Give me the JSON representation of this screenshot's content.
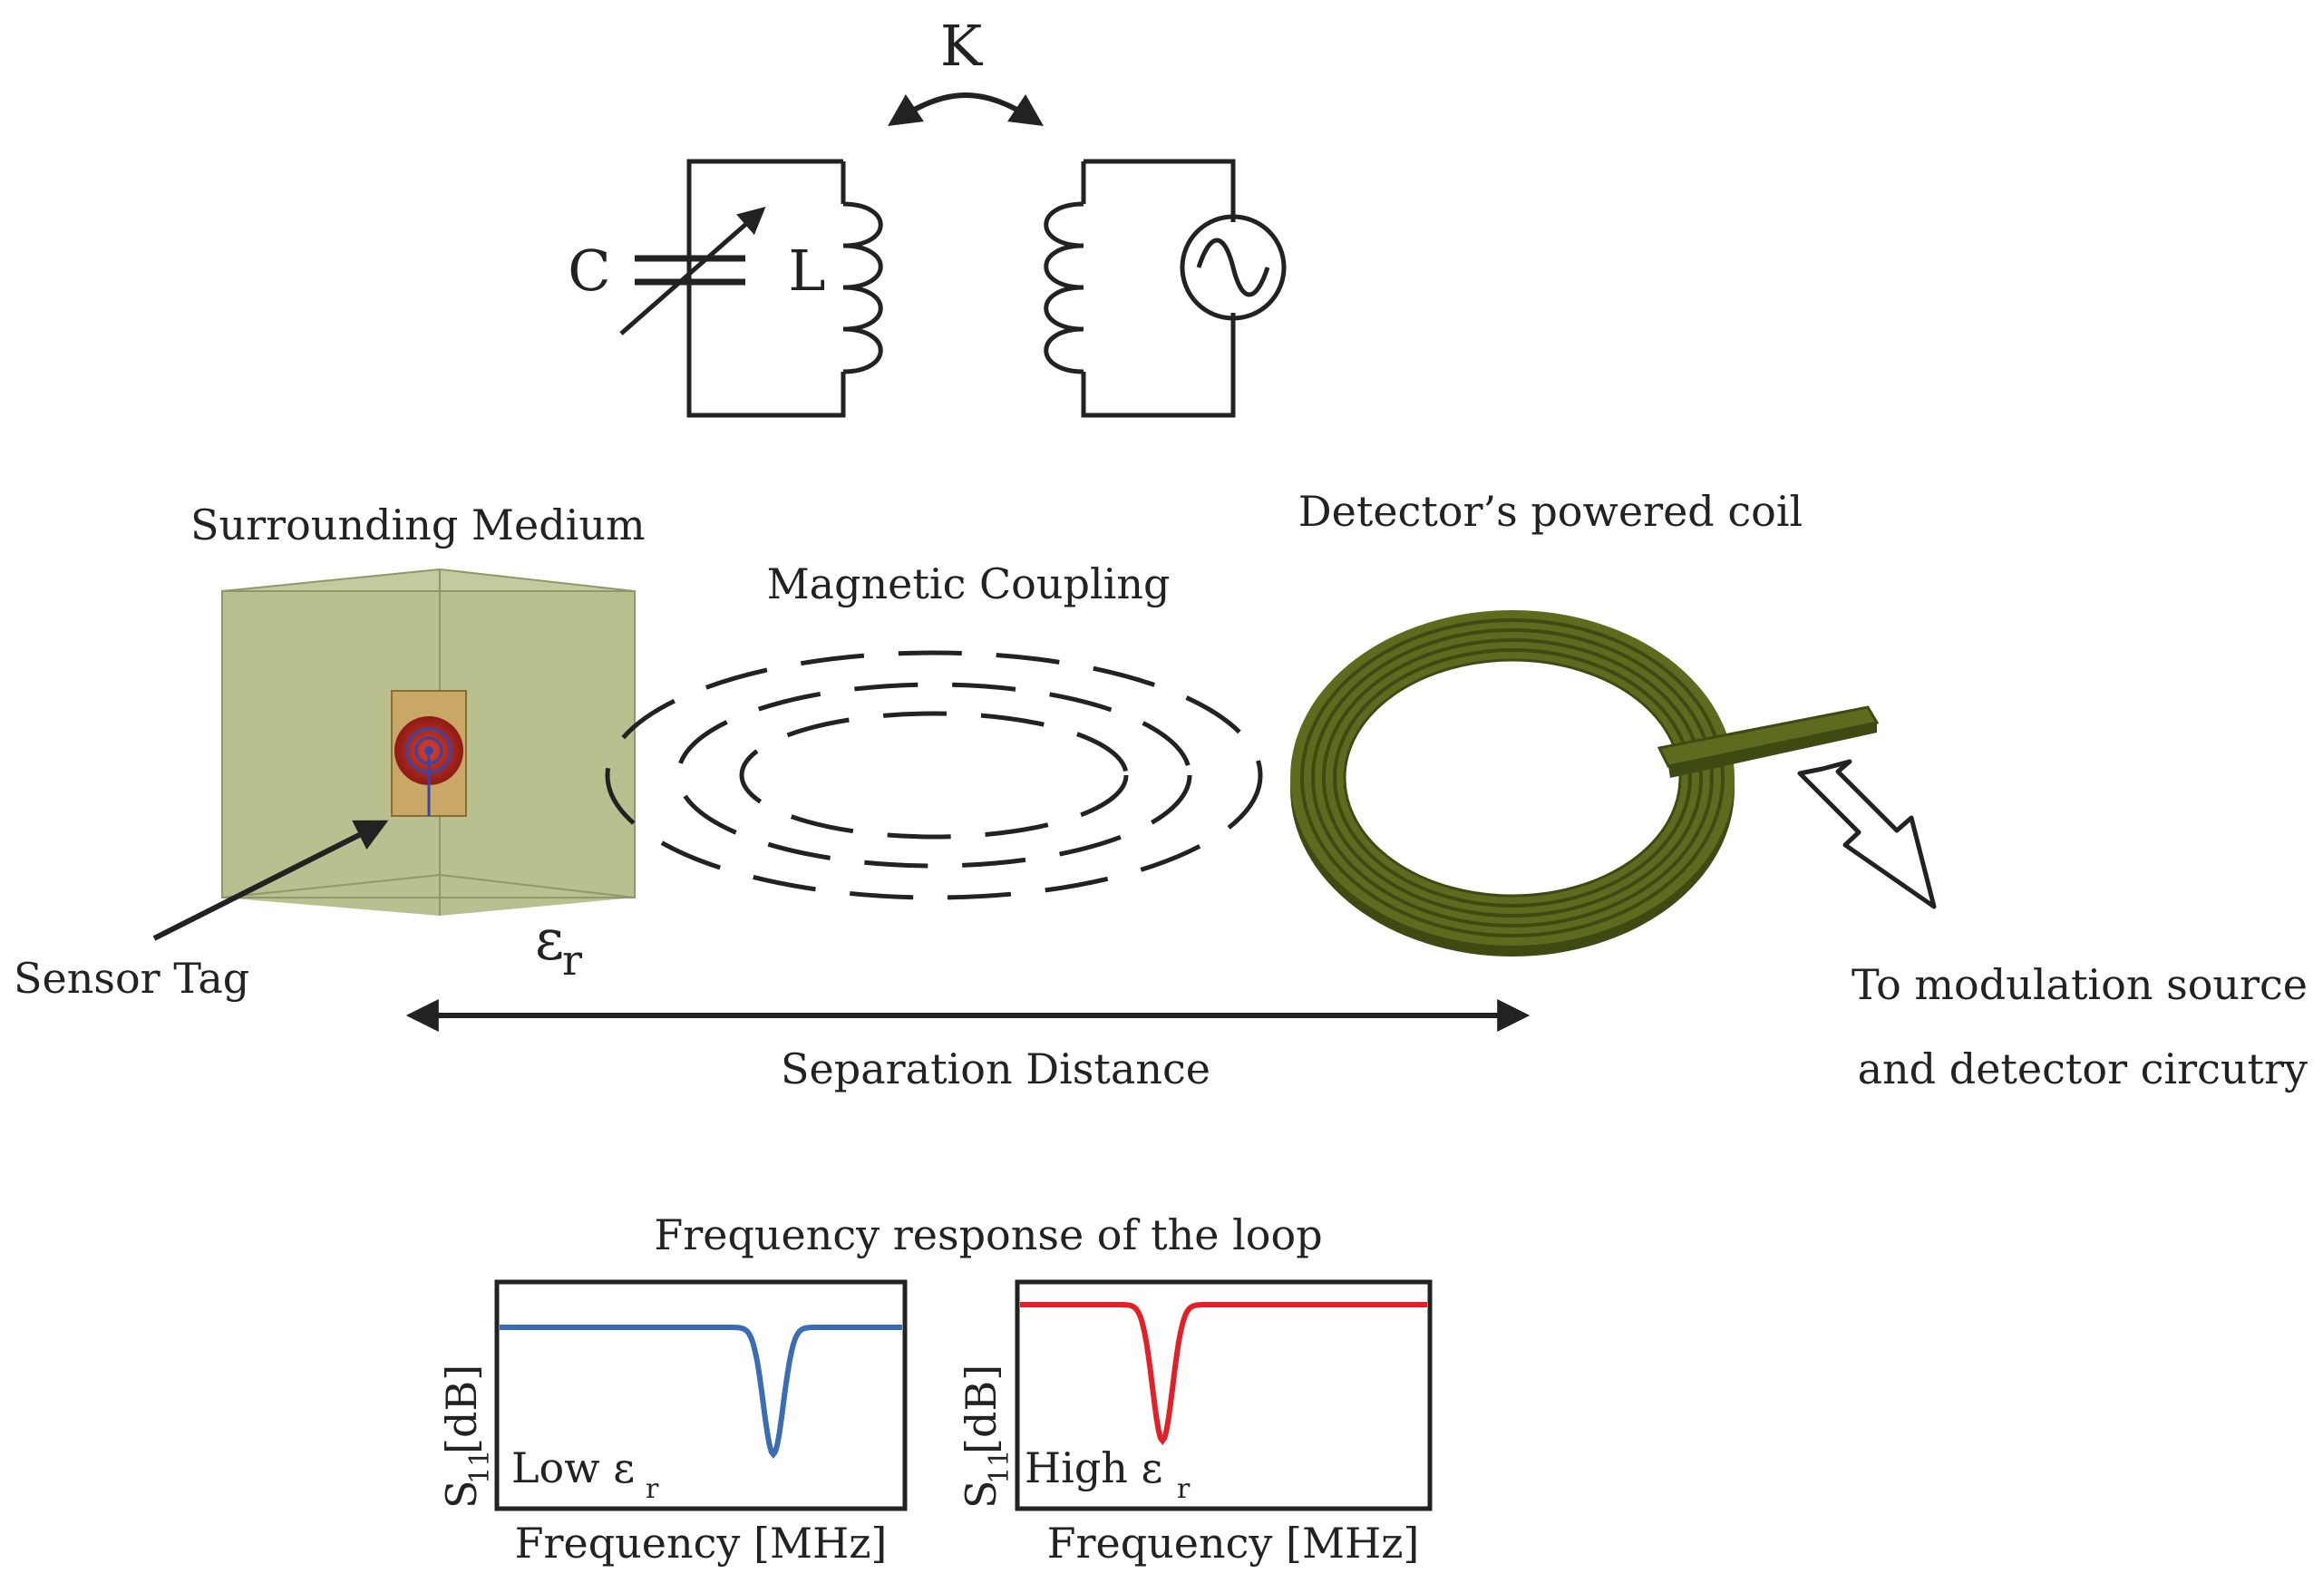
{
  "circuit": {
    "coupling_label": "K",
    "capacitor_label": "C",
    "inductor_label": "L"
  },
  "scene": {
    "surrounding_medium": "Surrounding Medium",
    "magnetic_coupling": "Magnetic Coupling",
    "detector_coil": "Detector’s powered coil",
    "sensor_tag": "Sensor Tag",
    "permittivity_symbol": "ε",
    "permittivity_subscript": "r",
    "separation_distance": "Separation Distance",
    "modulation_line1": "To modulation source",
    "modulation_line2": "and detector circutry"
  },
  "colors": {
    "medium_fill": "#b7bf8e",
    "medium_edge": "#8f986a",
    "coil": "#5e6b1f",
    "coil_dark": "#3f4a12",
    "tag_red": "#b3231c",
    "tag_blue": "#3546a8",
    "tag_substrate": "#c9a866",
    "low_curve": "#3a6db5",
    "high_curve": "#e32027",
    "ink": "#222222"
  },
  "response": {
    "title": "Frequency response of the loop"
  },
  "chart_data": [
    {
      "type": "line",
      "xlabel": "Frequency [MHz]",
      "ylabel": "S",
      "ylabel_sub": "11",
      "ylabel_unit": " [dB]",
      "annotation": "Low ε",
      "annotation_sub": "r",
      "color": "#3a6db5",
      "baseline": 0.8,
      "dip_center": 0.68,
      "dip_depth": 0.56,
      "dip_width": 0.035
    },
    {
      "type": "line",
      "xlabel": "Frequency [MHz]",
      "ylabel": "S",
      "ylabel_sub": "11",
      "ylabel_unit": " [dB]",
      "annotation": "High ε",
      "annotation_sub": "r",
      "color": "#e32027",
      "baseline": 0.9,
      "dip_center": 0.35,
      "dip_depth": 0.6,
      "dip_width": 0.035
    }
  ]
}
